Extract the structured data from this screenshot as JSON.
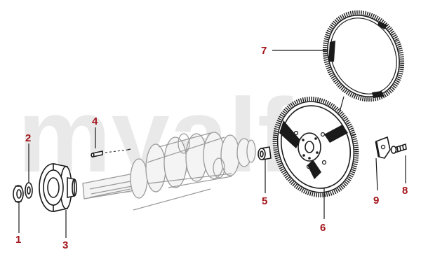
{
  "watermark": {
    "text": "myalfa"
  },
  "callouts": [
    {
      "number": "1"
    },
    {
      "number": "2"
    },
    {
      "number": "3"
    },
    {
      "number": "4"
    },
    {
      "number": "5"
    },
    {
      "number": "6"
    },
    {
      "number": "7"
    },
    {
      "number": "8"
    },
    {
      "number": "9"
    }
  ],
  "colors": {
    "callout": "#a3141b",
    "ink": "#1a1a1a",
    "watermark": "#e9e9e9"
  }
}
